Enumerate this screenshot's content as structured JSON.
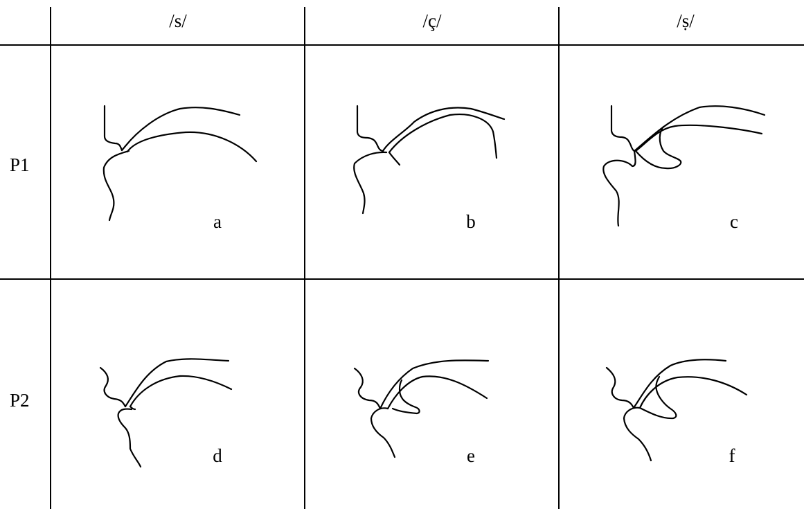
{
  "columns": [
    "/s/",
    "/ç/",
    "/ṣ/"
  ],
  "rows": [
    {
      "label": "P1",
      "panels": [
        "a",
        "b",
        "c"
      ]
    },
    {
      "label": "P2",
      "panels": [
        "d",
        "e",
        "f"
      ]
    }
  ]
}
